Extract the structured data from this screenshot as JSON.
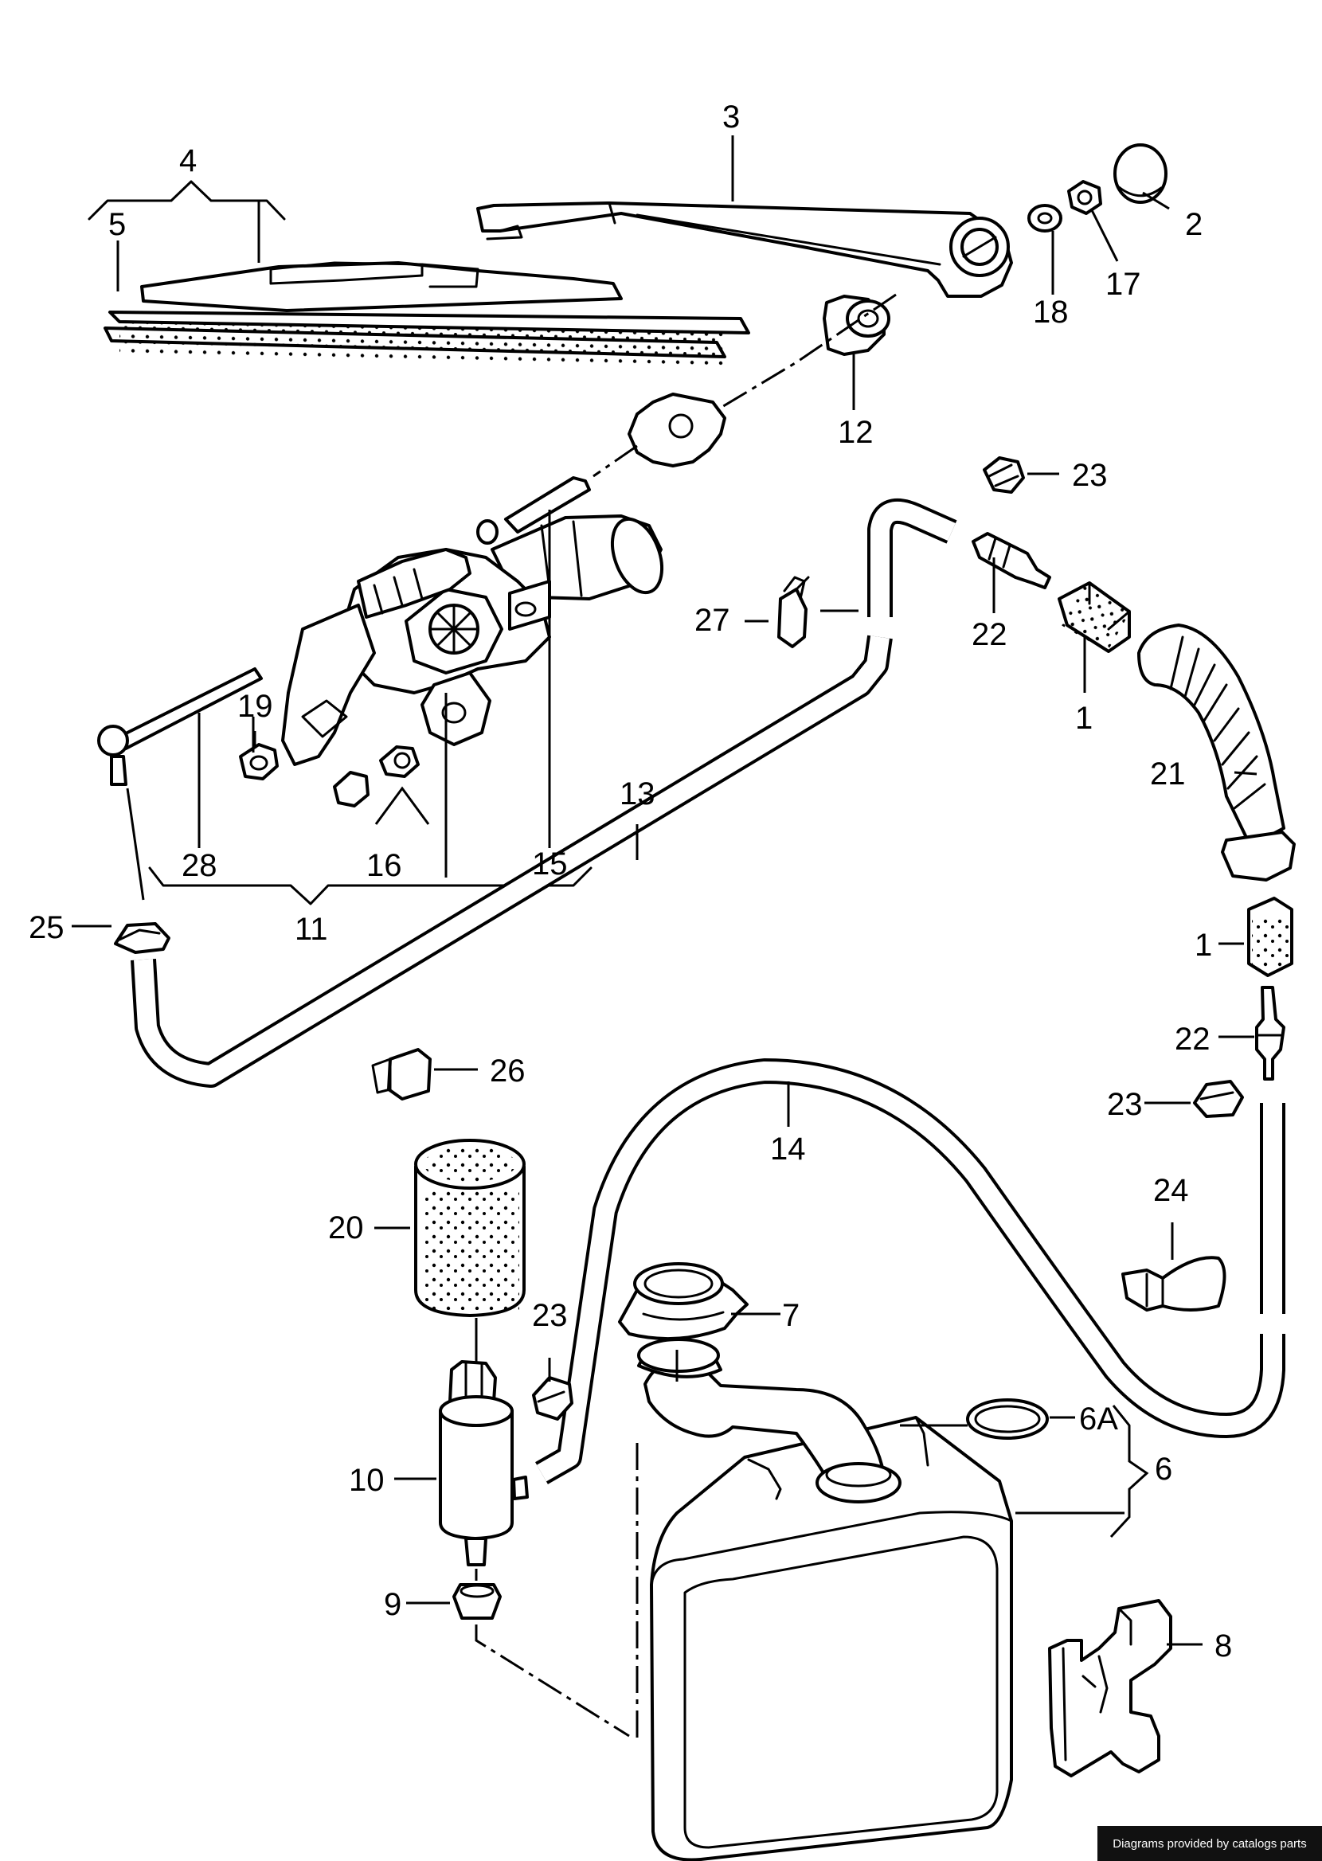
{
  "callouts": {
    "c1a": "1",
    "c1b": "1",
    "c2": "2",
    "c3": "3",
    "c4": "4",
    "c5": "5",
    "c6": "6",
    "c6a": "6A",
    "c7": "7",
    "c8": "8",
    "c9": "9",
    "c10": "10",
    "c11": "11",
    "c12": "12",
    "c13": "13",
    "c14": "14",
    "c15": "15",
    "c16": "16",
    "c17": "17",
    "c18": "18",
    "c19": "19",
    "c20": "20",
    "c21": "21",
    "c22a": "22",
    "c22b": "22",
    "c23a": "23",
    "c23b": "23",
    "c23c": "23",
    "c24": "24",
    "c25": "25",
    "c26": "26",
    "c27": "27",
    "c28": "28"
  },
  "footer": {
    "credit": "Diagrams provided by catalogs parts"
  }
}
